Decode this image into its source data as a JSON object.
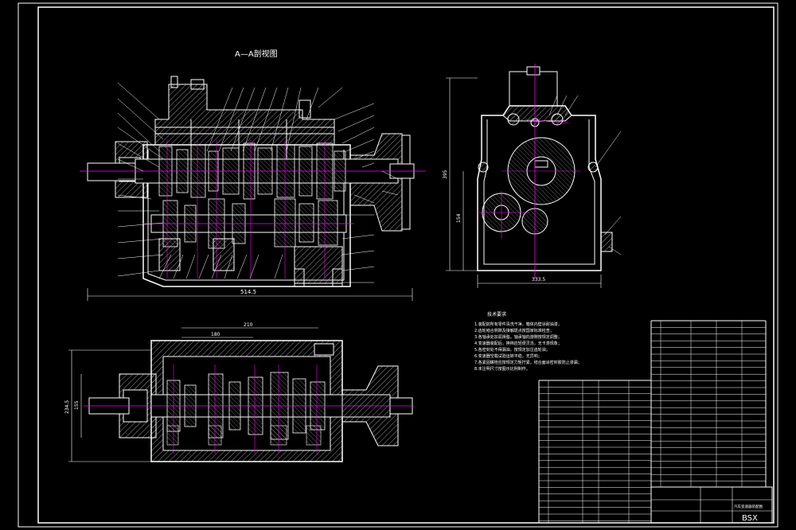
{
  "drawing": {
    "section_title": "A—A剖视图",
    "dimensions": {
      "main_width": "514.5",
      "side_width": "333.5",
      "side_height": "395",
      "side_height_small": "154",
      "plan_width": "210",
      "plan_inner": "180",
      "plan_height": "234.5",
      "plan_height_inner": "155"
    },
    "tech_notes": {
      "heading": "技术要求",
      "lines": [
        "1.装配前所有零件清洗干净，箱体内壁涂耐油漆；",
        "2.齿轮啮合侧隙及接触斑点按国家标准检查；",
        "3.各轴承处加润滑脂，轴承轴向游隙按规定调整；",
        "4.变速器装配后，换档应轻便灵活，无卡滞现象；",
        "5.各密封处不得漏油，按规定加注齿轮油；",
        "6.变速器空载试验运转平稳，无异响；",
        "7.各紧固螺栓应按规定力矩拧紧，结合面涂密封胶防止渗漏；",
        "8.未注明尺寸按图示比例制作。"
      ]
    },
    "title_block": {
      "drawing_code": "BSX",
      "name": "汽车变速器装配图"
    }
  },
  "colors": {
    "line": "#ffffff",
    "accent": "#ff00ff",
    "hatch": "#cccccc",
    "background": "#000000"
  }
}
